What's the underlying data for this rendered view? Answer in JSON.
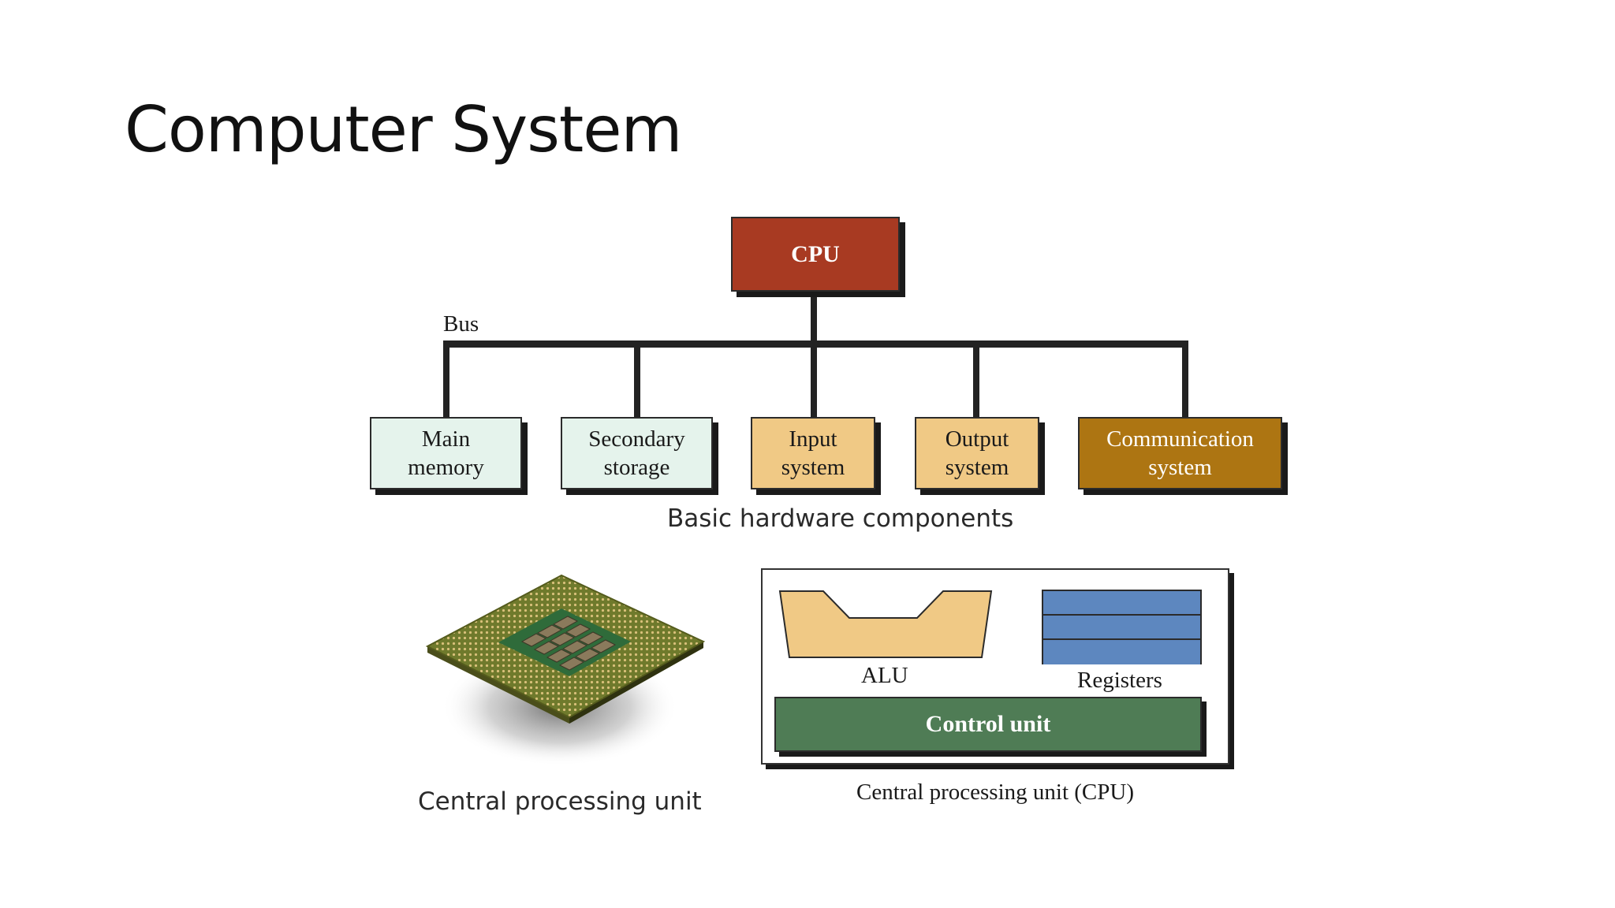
{
  "slide": {
    "title": "Computer System"
  },
  "diagram": {
    "cpu_label": "CPU",
    "bus_label": "Bus",
    "components": [
      {
        "line1": "Main",
        "line2": "memory",
        "color": "#e5f3ec"
      },
      {
        "line1": "Secondary",
        "line2": "storage",
        "color": "#e5f3ec"
      },
      {
        "line1": "Input",
        "line2": "system",
        "color": "#f0c985"
      },
      {
        "line1": "Output",
        "line2": "system",
        "color": "#f0c985"
      },
      {
        "line1": "Communication",
        "line2": "system",
        "color": "#ad7512"
      }
    ],
    "caption": "Basic hardware components",
    "cpu_color": "#a83a22"
  },
  "chip_photo": {
    "caption": "Central processing unit"
  },
  "cpu_detail": {
    "alu_label": "ALU",
    "registers_label": "Registers",
    "control_unit_label": "Control unit",
    "caption": "Central processing unit (CPU)",
    "alu_color": "#f0c985",
    "registers_color": "#5d87bf",
    "control_unit_color": "#4f7c55"
  }
}
